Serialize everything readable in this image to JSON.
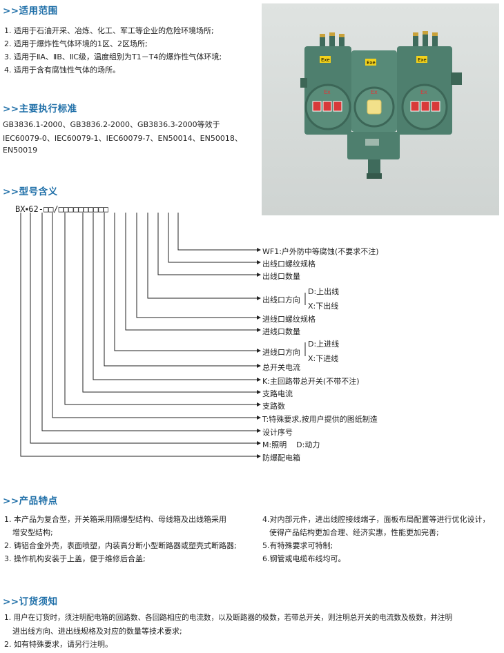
{
  "sections": {
    "scope": {
      "title": ">>适用范围",
      "items": [
        "1. 适用于石油开采、冶炼、化工、军工等企业的危险环境场所;",
        "2. 适用于爆炸性气体环境的1区、2区场所;",
        "3. 适用于ⅡA、ⅡB、ⅡC级，温度组别为T1－T4的爆炸性气体环境;",
        "4. 适用于含有腐蚀性气体的场所。"
      ]
    },
    "standards": {
      "title": ">>主要执行标准",
      "lines": [
        "GB3836.1-2000、GB3836.2-2000、GB3836.3-2000等效于",
        "IEC60079-0、IEC60079-1、IEC60079-7、EN50014、EN50018、",
        "EN50019"
      ]
    },
    "model": {
      "title": ">>型号含义",
      "code_prefix": "BX",
      "code_middle": "62-",
      "code_sep": "/",
      "labels": [
        "WF1:户外防中等腐蚀(不要求不注)",
        "出线口螺纹规格",
        "出线口数量",
        "出线口方向",
        "D:上出线",
        "X:下出线",
        "进线口螺纹规格",
        "进线口数量",
        "进线口方向",
        "D:上进线",
        "X:下进线",
        "总开关电流",
        "K:主回路带总开关(不带不注)",
        "支路电流",
        "支路数",
        "T:特殊要求,按用户提供的图纸制造",
        "设计序号",
        "M:照明    D:动力",
        "防爆配电箱"
      ]
    },
    "features": {
      "title": ">>产品特点",
      "left": [
        "1. 本产品为复合型，开关箱采用隔爆型结构、母线箱及出线箱采用",
        "增安型结构;",
        "2. 铸铝合金外壳，表面喷塑，内装高分断小型断路器或塑壳式断路器;",
        "3. 操作机构安装于上盖，便于维修后合盖;"
      ],
      "right": [
        "4.对内部元件，进出线腔接线端子，面板布局配置等进行优化设计，",
        "使得产品结构更加合理、经济实惠，性能更加完善;",
        "5.有特殊要求可特制;",
        "6.钢管或电缆布线均可。"
      ]
    },
    "ordering": {
      "title": ">>订货须知",
      "items": [
        "1. 用户在订货时，须注明配电箱的回路数、各回路相应的电流数，以及断路器的极数，若带总开关，则注明总开关的电流数及极数，并注明",
        "进出线方向、进出线规格及对应的数量等技术要求;",
        "2. 如有特殊要求，请另行注明。"
      ]
    }
  },
  "photo": {
    "nameplates": [
      "Exe",
      "Exe",
      "Exe"
    ],
    "panel_marks": [
      "Ex",
      "Ex",
      "Ex"
    ],
    "colors": {
      "enclosure": "#4e7f6e",
      "switch_red": "#d83a3a",
      "lamp_yellow": "#f2e08a",
      "plate_yellow": "#f3d21b"
    }
  }
}
